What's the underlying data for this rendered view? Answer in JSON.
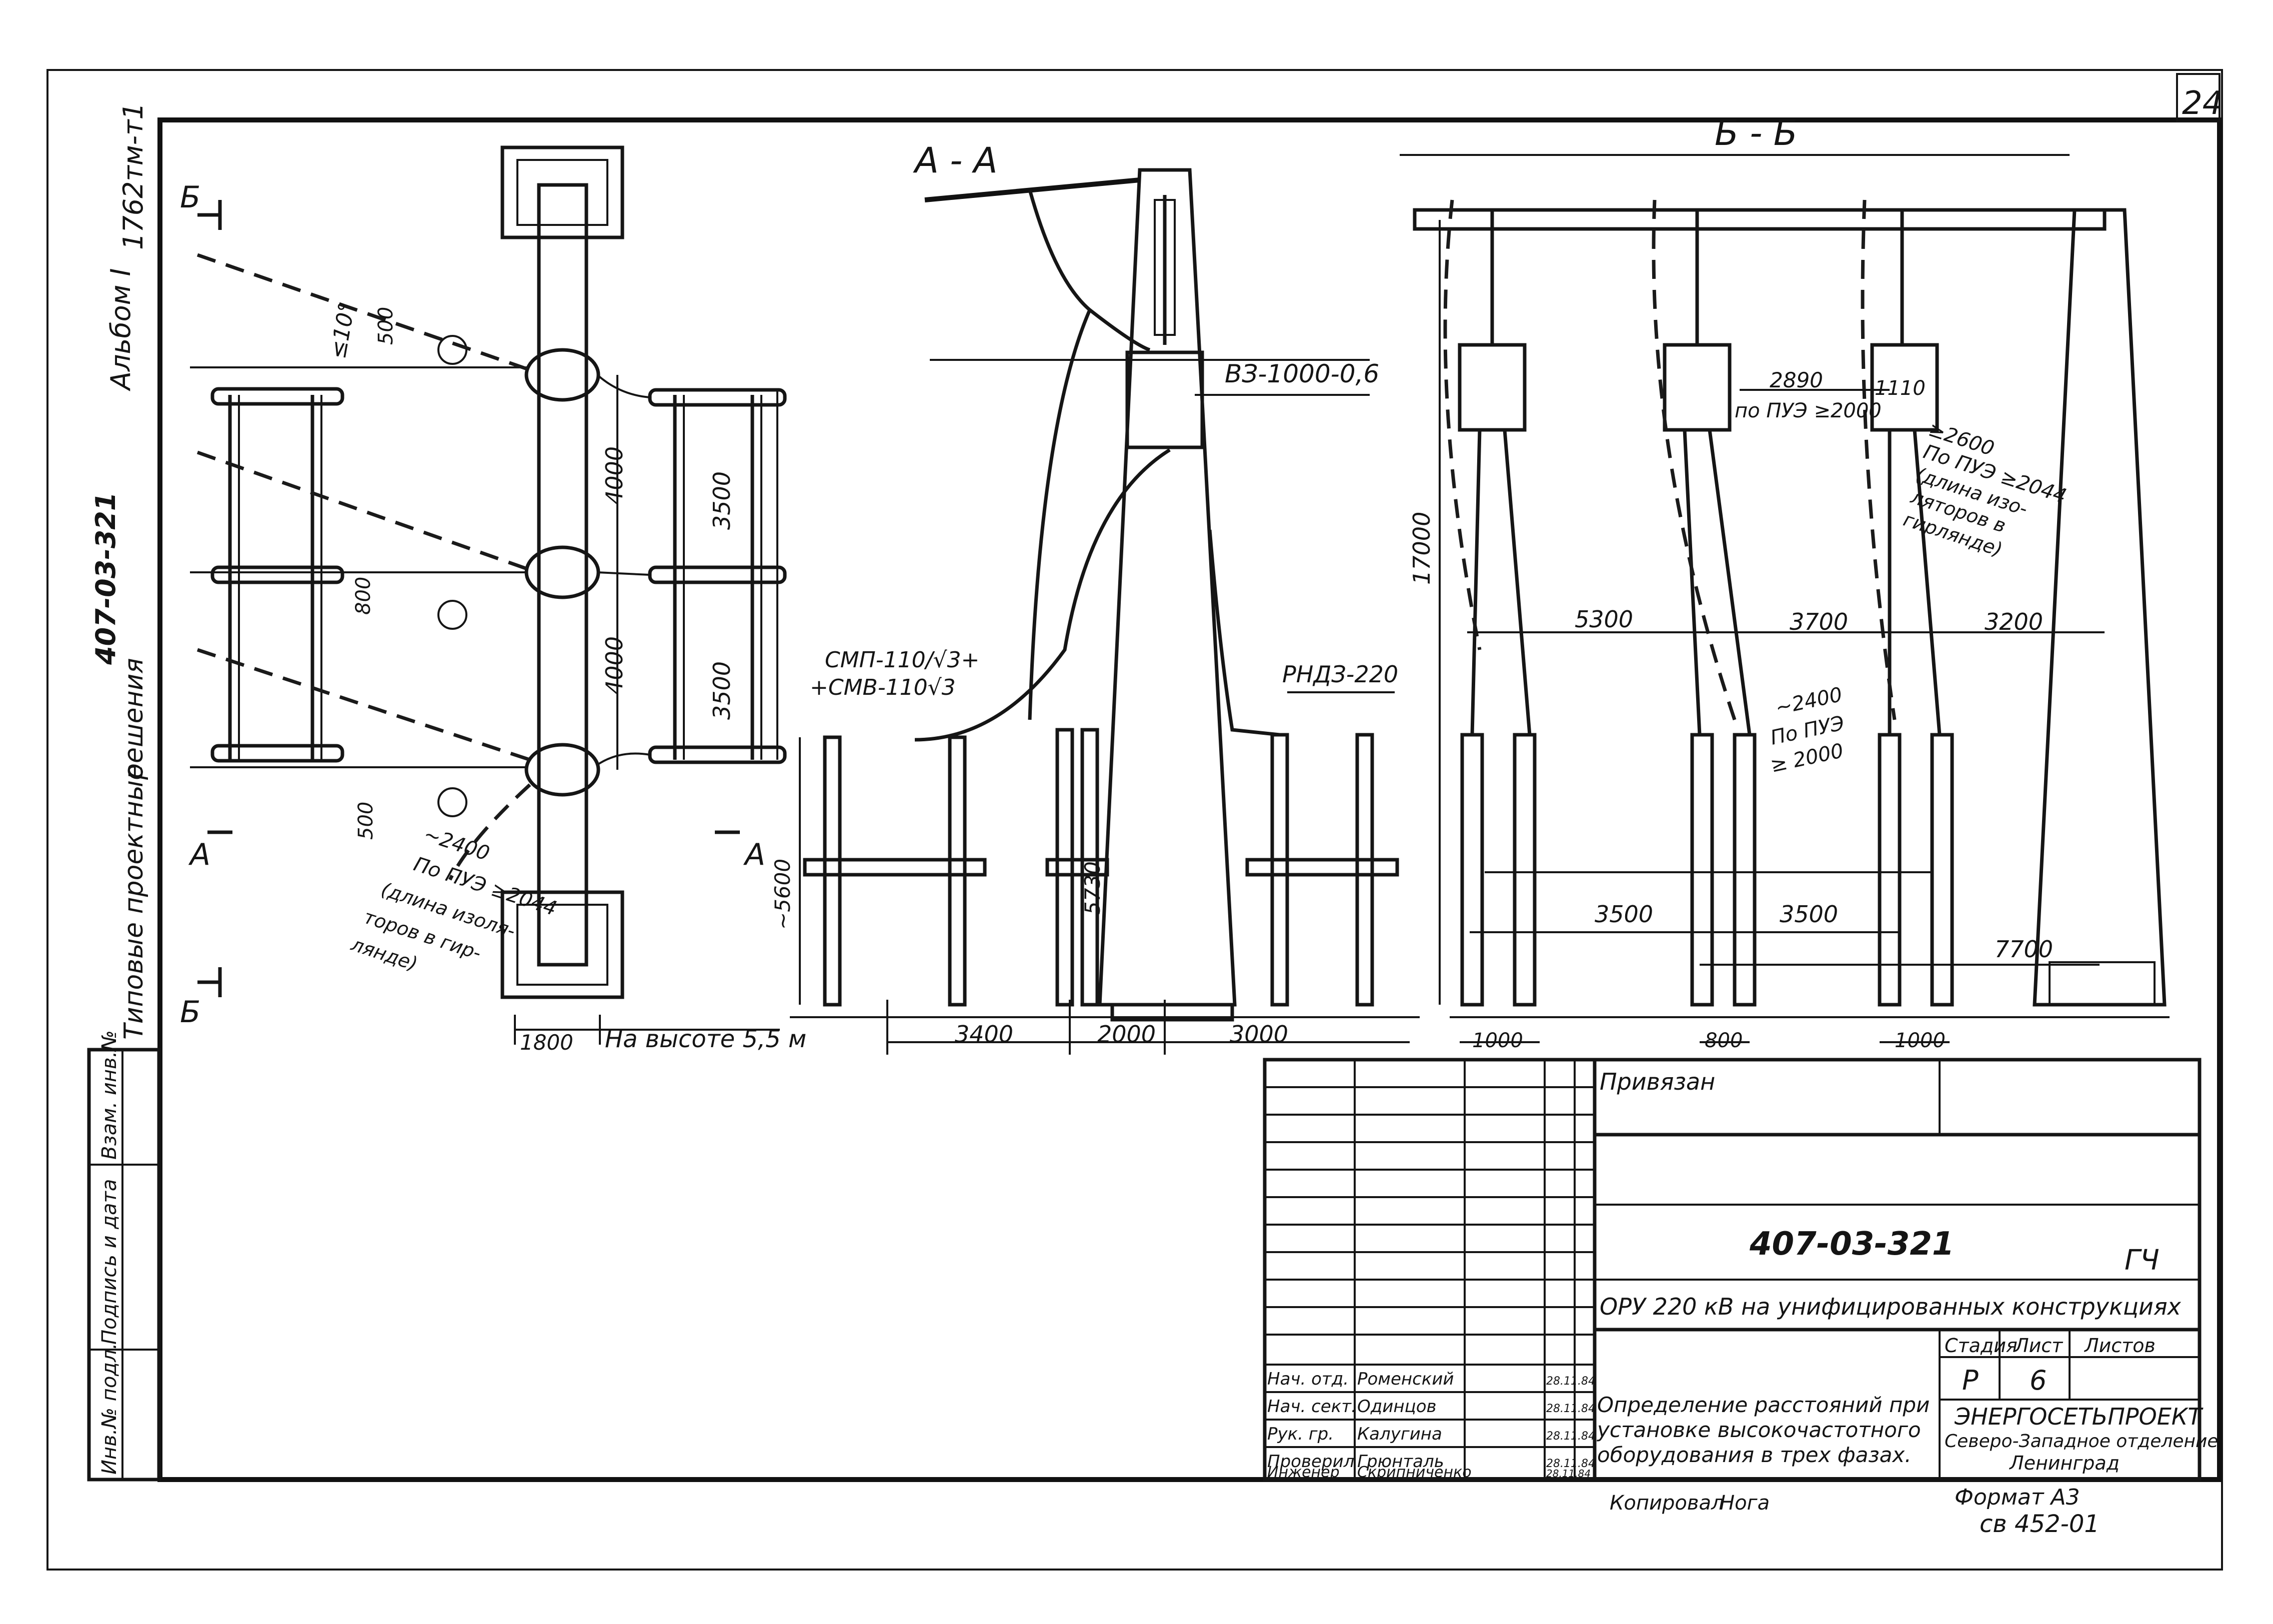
{
  "sheet": {
    "sheet_number_corner": "24",
    "album_code": "1762тм-т1",
    "album_title": "Альбом I",
    "project_code_side": "407-03-321",
    "series_title_line1": "Типовые проектные",
    "series_title_line2": "решения"
  },
  "left_strip": {
    "cells": [
      "Инв.№ подл.",
      "Подпись и дата",
      "Взам. инв.№"
    ]
  },
  "plan_view": {
    "section_marks": [
      "Б",
      "Б",
      "А",
      "А"
    ],
    "angle": "≤10°",
    "dims": [
      "500",
      "800",
      "500",
      "4000",
      "4000",
      "3500",
      "3500",
      "1800"
    ],
    "note_height": "На высоте 5,5 м",
    "note_string": "~2400",
    "note_pue": "По ПУЭ ≥2044",
    "note_insulators": [
      "(длина изоля-",
      "торов в гир-",
      "лянде)"
    ]
  },
  "section_aa": {
    "title": "А - А",
    "labels": [
      "ВЗ-1000-0,6",
      "СМП-110/√3+",
      "+СМВ-110√3",
      "РНДЗ-220"
    ],
    "dims": [
      "~5600",
      "5730",
      "3400",
      "2000",
      "3000"
    ]
  },
  "section_bb": {
    "title": "Б - Б",
    "dims": [
      "2890",
      "по ПУЭ ≥2000",
      "1110",
      "≥2600",
      "По ПУЭ ≥2044",
      "(длина изо-",
      "ляторов в",
      "гирлянде)",
      "17000",
      "5300",
      "3700",
      "3200",
      "~2400",
      "По ПУЭ",
      "≥ 2000",
      "3500",
      "3500",
      "7700",
      "1000",
      "800",
      "1000"
    ]
  },
  "title_block": {
    "attached": "Привязан",
    "doc_code": "407-03-321",
    "mark": "ГЧ",
    "object": "ОРУ 220 кВ на унифицированных конструкциях",
    "stage_hdr": "Стадия",
    "sheet_hdr": "Лист",
    "sheets_hdr": "Листов",
    "stage": "Р",
    "sheet": "6",
    "sheet_title": [
      "Определение расстояний при",
      "установке высокочастотного",
      "оборудования в трех фазах."
    ],
    "org": [
      "ЭНЕРГОСЕТЬПРОЕКТ",
      "Северо-Западное отделение",
      "Ленинград"
    ],
    "roles": [
      {
        "role": "Нач. отд.",
        "name": "Роменский",
        "date": "28.11.84"
      },
      {
        "role": "Нач. сект.",
        "name": "Одинцов",
        "date": "28.11.84"
      },
      {
        "role": "Рук. гр.",
        "name": "Калугина",
        "date": "28.11.84"
      },
      {
        "role": "Проверил",
        "name": "Грюнталь",
        "date": "28.11.84"
      },
      {
        "role": "Инженер",
        "name": "Скрипниченко",
        "date": "28.11.84"
      }
    ],
    "copied": "Копировал",
    "copied_by": "Нога",
    "format": "Формат А3",
    "archive": "св 452-01"
  }
}
